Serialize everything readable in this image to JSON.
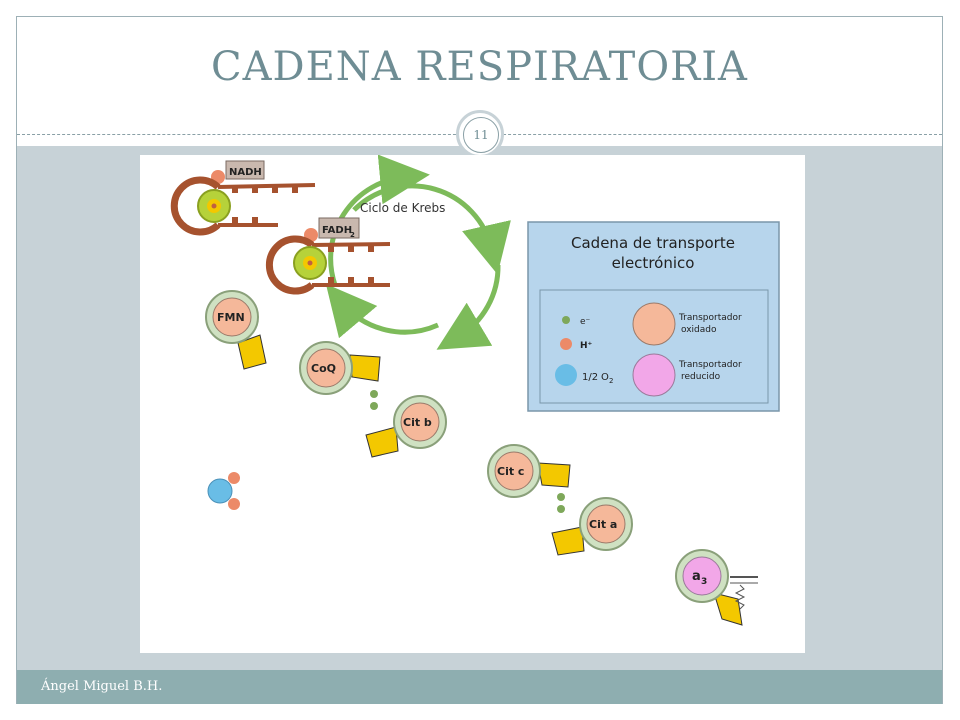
{
  "slide": {
    "title": "CADENA RESPIRATORIA",
    "number": "11",
    "footer": "Ángel Miguel B.H."
  },
  "diagram": {
    "krebs_label": "Ciclo de Krebs",
    "nadh": "NADH",
    "fadh": "FADH",
    "fadh_sub": "2",
    "carriers": {
      "fmn": "FMN",
      "coq": "CoQ",
      "citb": "Cit b",
      "citc": "Cit c",
      "cita": "Cit a",
      "a3": "a",
      "a3_sub": "3"
    },
    "legend": {
      "title_line1": "Cadena de transporte",
      "title_line2": "electrónico",
      "electron": "e⁻",
      "proton": "H⁺",
      "oxygen_frac": "1/2",
      "oxygen": "O",
      "oxygen_sub": "2",
      "oxidized_line1": "Transportador",
      "oxidized_line2": "oxidado",
      "reduced_line1": "Transportador",
      "reduced_line2": "reducido"
    },
    "colors": {
      "oxidized": "#f5b89a",
      "reduced": "#f2a7e8",
      "electron": "#7ea85a",
      "proton": "#ec8a68",
      "oxygen": "#69bde6",
      "cycle": "#7dbb5a",
      "membrane": "#a6522e",
      "gear": "#b6d23a",
      "yellow": "#f3c800",
      "legend_bg": "#b7d5ec"
    }
  }
}
